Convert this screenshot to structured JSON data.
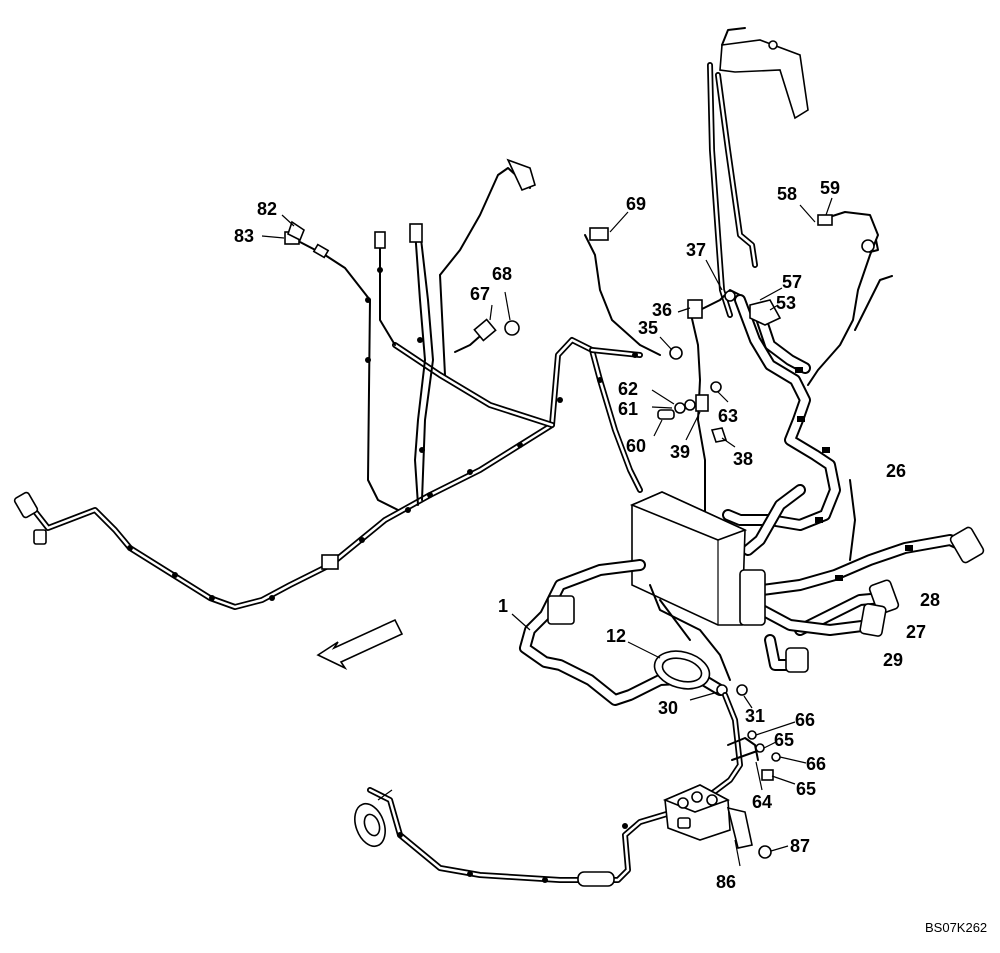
{
  "diagram": {
    "reference_code": "BS07K262",
    "callouts": [
      "1",
      "12",
      "26",
      "27",
      "28",
      "29",
      "30",
      "31",
      "35",
      "36",
      "37",
      "38",
      "39",
      "53",
      "57",
      "58",
      "59",
      "60",
      "61",
      "62",
      "63",
      "64",
      "65",
      "65",
      "66",
      "66",
      "67",
      "68",
      "69",
      "82",
      "83",
      "86",
      "87"
    ],
    "direction_arrow": "front-arrow-outline"
  }
}
